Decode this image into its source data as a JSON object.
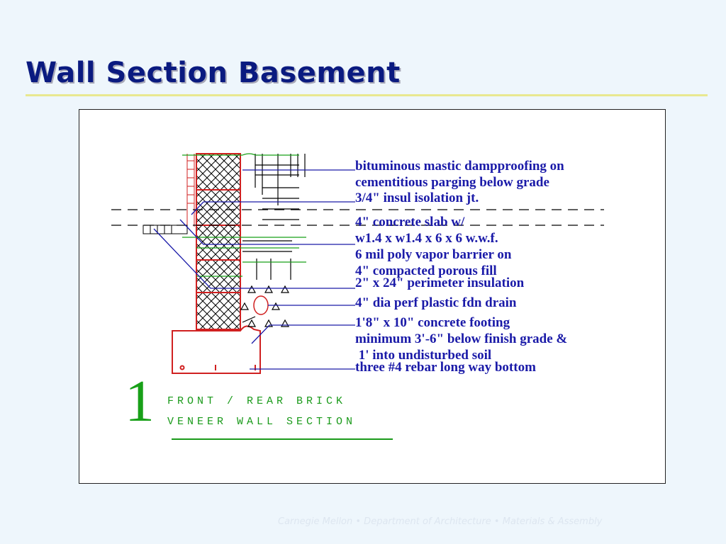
{
  "slide": {
    "title": "Wall Section Basement",
    "footer": "Carnegie Mellon • Department of Architecture • Materials & Assembly"
  },
  "drawing": {
    "annotations": [
      "bituminous mastic dampproofing on",
      "cementitious parging below grade",
      "3/4\" insul isolation jt.",
      "4\" concrete slab w/",
      "w1.4 x w1.4 x 6 x 6 w.w.f.",
      "6 mil poly vapor barrier on",
      "4\" compacted porous fill",
      "2\" x 24\" perimeter insulation",
      "4\" dia perf plastic fdn drain",
      "1'8\" x 10\" concrete footing",
      "minimum 3'-6\" below finish grade &",
      " 1' into undisturbed soil",
      "three #4 rebar long way bottom"
    ],
    "detail_number": "1",
    "detail_title_line1": "FRONT / REAR  BRICK",
    "detail_title_line2": "VENEER WALL SECTION"
  },
  "colors": {
    "title": "#0a1a80",
    "leader": "#1a1aa8",
    "wall_outline": "#d02020",
    "detail_text": "#1a9a1a"
  }
}
